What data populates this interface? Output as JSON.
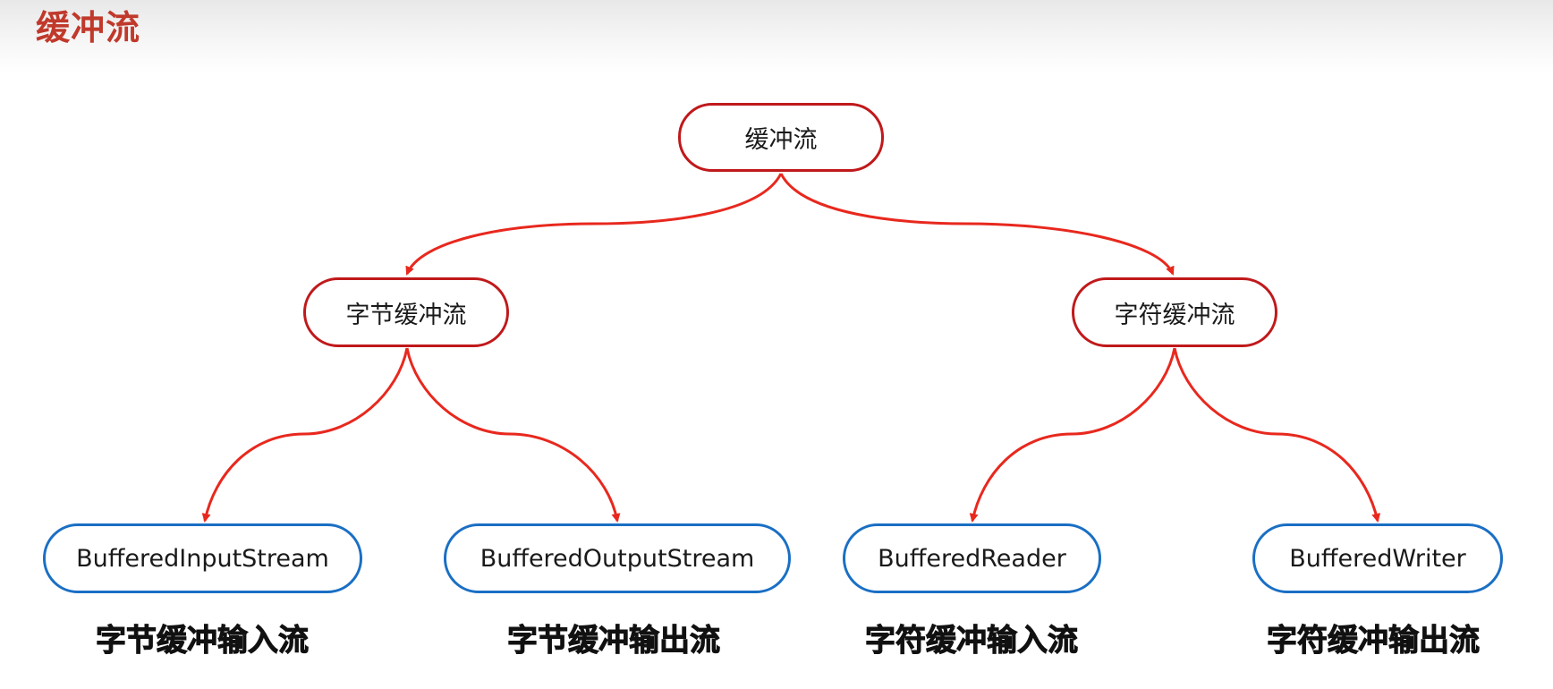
{
  "page": {
    "title": "缓冲流"
  },
  "colors": {
    "title": "#c0392b",
    "connector": "#e8281e",
    "node_border_red": "#c0191b",
    "node_border_blue": "#1a6fc4"
  },
  "tree": {
    "root": {
      "label": "缓冲流"
    },
    "level1": [
      {
        "label": "字节缓冲流"
      },
      {
        "label": "字符缓冲流"
      }
    ],
    "leaves": [
      {
        "label": "BufferedInputStream",
        "caption": "字节缓冲输入流"
      },
      {
        "label": "BufferedOutputStream",
        "caption": "字节缓冲输出流"
      },
      {
        "label": "BufferedReader",
        "caption": "字符缓冲输入流"
      },
      {
        "label": "BufferedWriter",
        "caption": "字符缓冲输出流"
      }
    ]
  }
}
